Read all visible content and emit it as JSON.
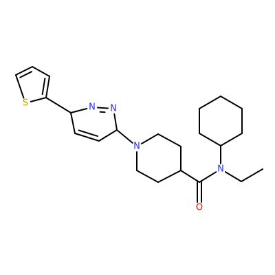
{
  "diagram": {
    "type": "chemical-structure",
    "atoms": [
      {
        "id": "S1",
        "label": "S",
        "color": "#B8A000"
      },
      {
        "id": "N1",
        "label": "N",
        "color": "#2B2BFF"
      },
      {
        "id": "N2",
        "label": "N",
        "color": "#2B2BFF"
      },
      {
        "id": "N3",
        "label": "N",
        "color": "#2B2BFF"
      },
      {
        "id": "N4",
        "label": "N",
        "color": "#2B2BFF"
      },
      {
        "id": "O1",
        "label": "O",
        "color": "#FF0000"
      }
    ],
    "bond_color": "#000000",
    "background": "#ffffff"
  }
}
